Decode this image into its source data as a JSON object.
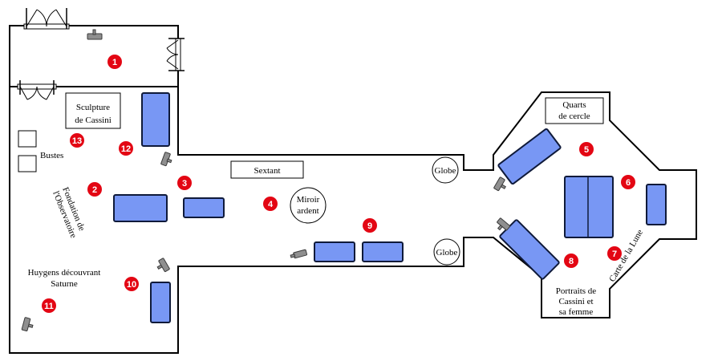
{
  "colors": {
    "marker": "#e30613",
    "display_case": "#7897f4",
    "walls": "#000000"
  },
  "icons": [
    "camera-icon",
    "door-icon"
  ],
  "labels": {
    "sculpture": [
      "Sculpture",
      "de Cassini"
    ],
    "bustes": "Bustes",
    "fondation": [
      "Fondation de",
      "l'Observatoire"
    ],
    "sextant": "Sextant",
    "miroir": [
      "Miroir",
      "ardent"
    ],
    "globe_top": "Globe",
    "globe_bottom": "Globe",
    "quarts": [
      "Quarts",
      "de cercle"
    ],
    "huygens": [
      "Huygens découvrant",
      "Saturne"
    ],
    "portraits": [
      "Portraits de",
      "Cassini et",
      "sa femme"
    ],
    "carte": "Carte de la Lune"
  },
  "markers": [
    "1",
    "2",
    "3",
    "4",
    "5",
    "6",
    "7",
    "8",
    "9",
    "10",
    "11",
    "12",
    "13"
  ]
}
